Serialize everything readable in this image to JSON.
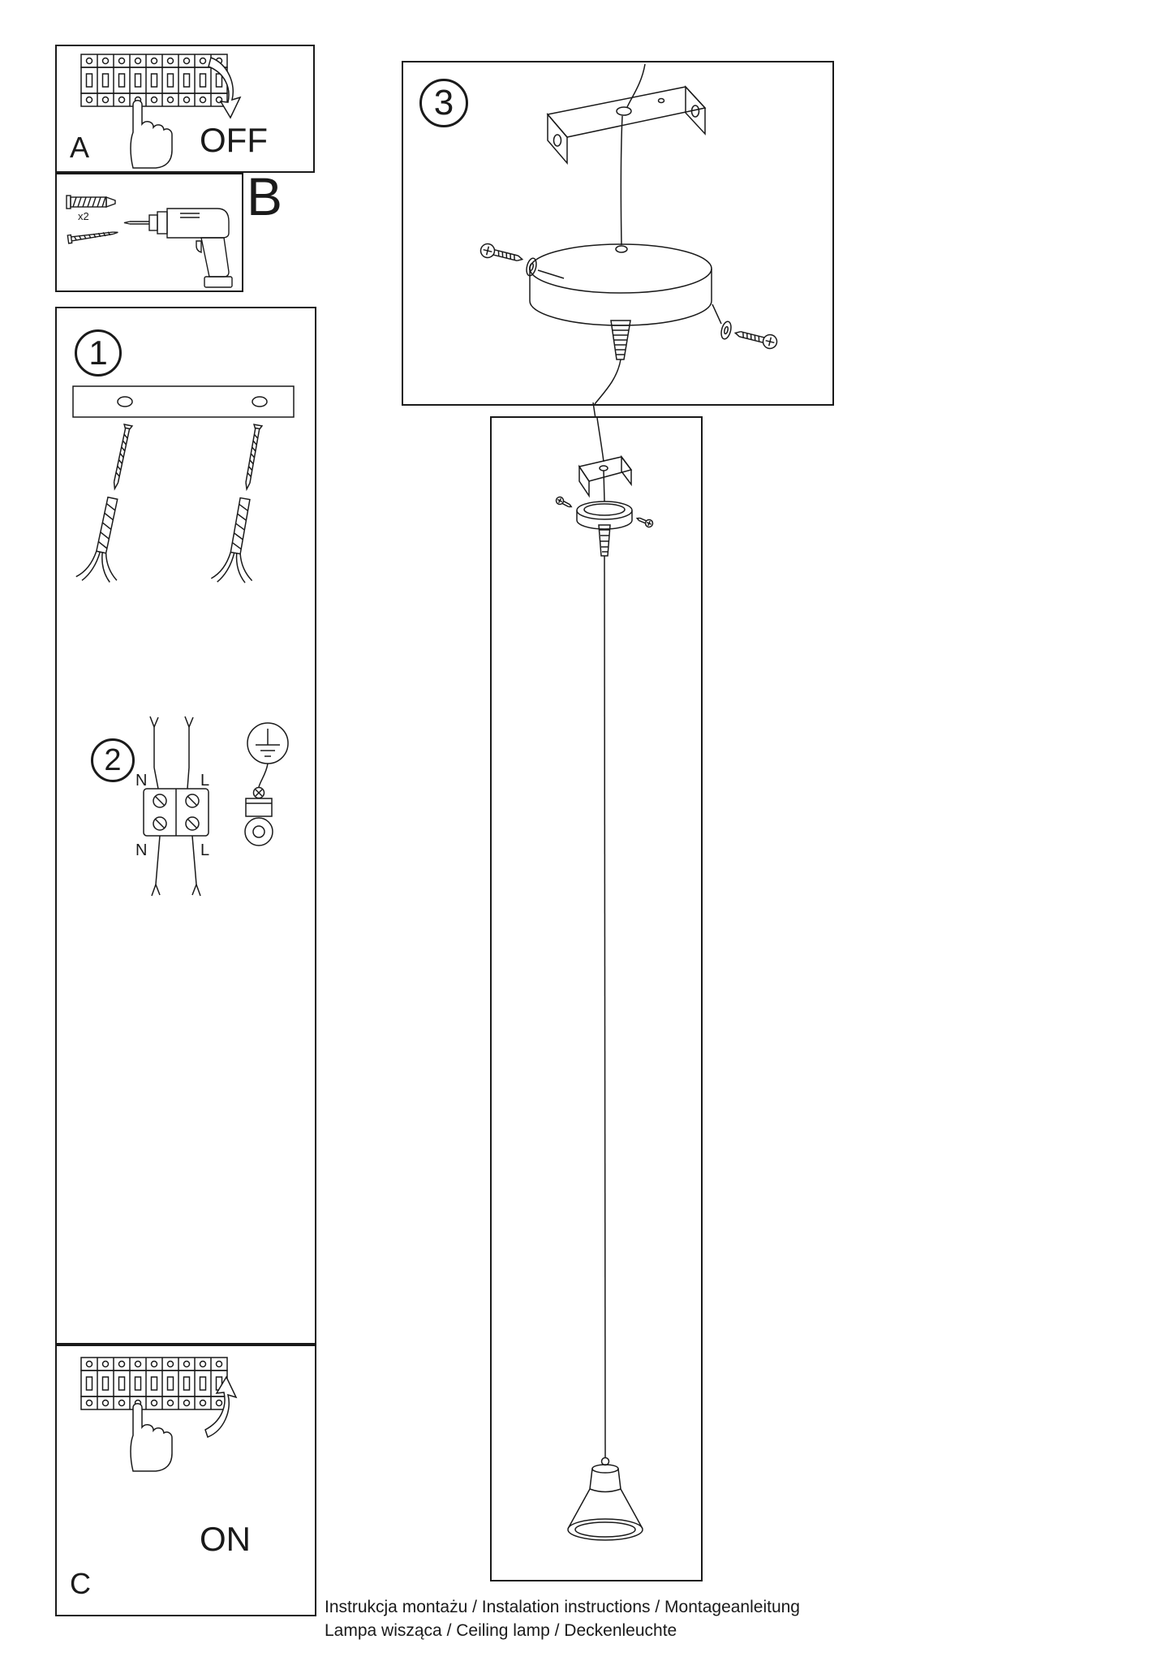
{
  "style": {
    "ink": "#1a1a1a",
    "paper": "#ffffff"
  },
  "panels": {
    "a": {
      "label": "A",
      "action": "OFF"
    },
    "b": {
      "label": "B",
      "quantity": "x2"
    },
    "step1": {
      "number": "1"
    },
    "step2": {
      "number": "2",
      "labels": {
        "n_top": "N",
        "l_top": "L",
        "n_bottom": "N",
        "l_bottom": "L"
      }
    },
    "step3": {
      "number": "3"
    },
    "c": {
      "label": "C",
      "action": "ON"
    }
  },
  "footer": {
    "line1": "Instrukcja montażu / Instalation instructions / Montageanleitung",
    "line2": "Lampa wisząca / Ceiling lamp / Deckenleuchte"
  }
}
